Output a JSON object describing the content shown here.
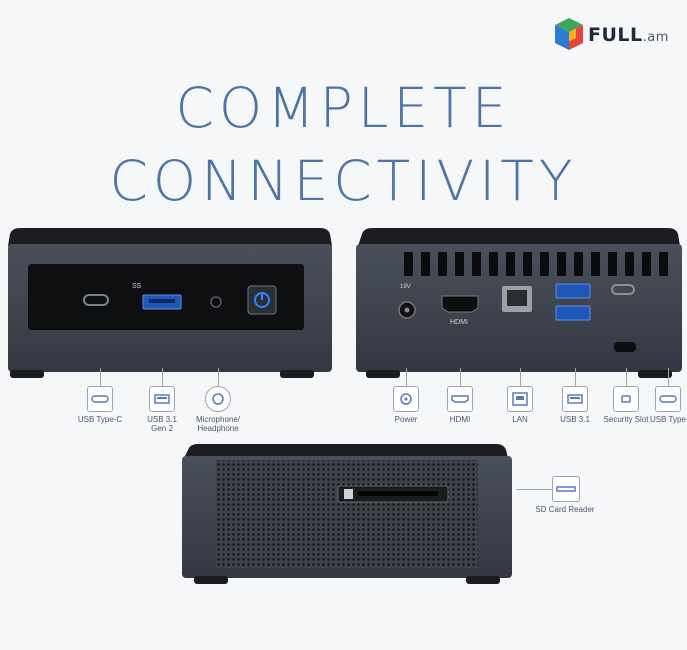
{
  "brand": {
    "name": "FULL",
    "domain": ".am",
    "colors": [
      "#e8443a",
      "#3aa856",
      "#2e7bd6",
      "#f2b31f"
    ]
  },
  "headline": {
    "line1": "COMPLETE",
    "line2": "CONNECTIVITY"
  },
  "front_ports": [
    {
      "label": "USB Type-C",
      "icon": "usb-c-port-icon"
    },
    {
      "label": "USB 3.1\nGen 2",
      "icon": "usb-a-port-icon"
    },
    {
      "label": "Microphone/\nHeadphone",
      "icon": "audio-jack-icon"
    }
  ],
  "rear_ports": [
    {
      "label": "Power",
      "icon": "power-port-icon"
    },
    {
      "label": "HDMI",
      "icon": "hdmi-port-icon"
    },
    {
      "label": "LAN",
      "icon": "lan-port-icon"
    },
    {
      "label": "USB 3.1",
      "icon": "usb-a-port-icon"
    },
    {
      "label": "Security Slot",
      "icon": "security-slot-icon"
    },
    {
      "label": "USB Type-C",
      "icon": "usb-c-port-icon"
    }
  ],
  "side_ports": [
    {
      "label": "SD Card Reader",
      "icon": "sd-card-reader-icon"
    }
  ],
  "device_markings": {
    "usb_ss": "SS",
    "hdmi": "HDMI",
    "dc_in": "19V"
  }
}
